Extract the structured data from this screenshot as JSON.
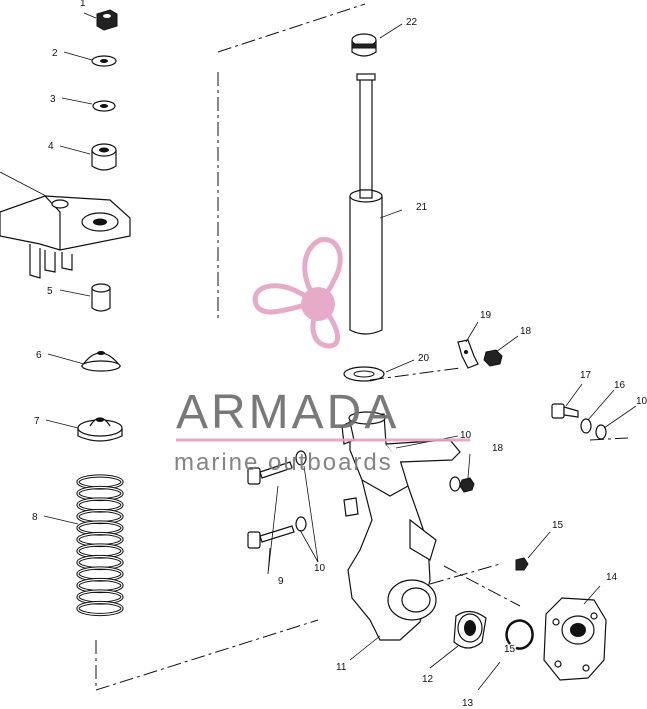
{
  "part_labels": {
    "p1": "1",
    "p2": "2",
    "p3": "3",
    "p4": "4",
    "p5": "5",
    "p6": "6",
    "p7": "7",
    "p8": "8",
    "p9": "9",
    "p10a": "10",
    "p10b": "10",
    "p10c": "10",
    "p11": "11",
    "p12": "12",
    "p13": "13",
    "p14": "14",
    "p15a": "15",
    "p15b": "15",
    "p16": "16",
    "p17": "17",
    "p18a": "18",
    "p18b": "18",
    "p19": "19",
    "p20": "20",
    "p21": "21",
    "p22": "22"
  },
  "watermark": {
    "title": "ARMADA",
    "subtitle": "marine outboards",
    "color_pink": "#e7a3c5",
    "color_grey": "#6e6e6e"
  }
}
